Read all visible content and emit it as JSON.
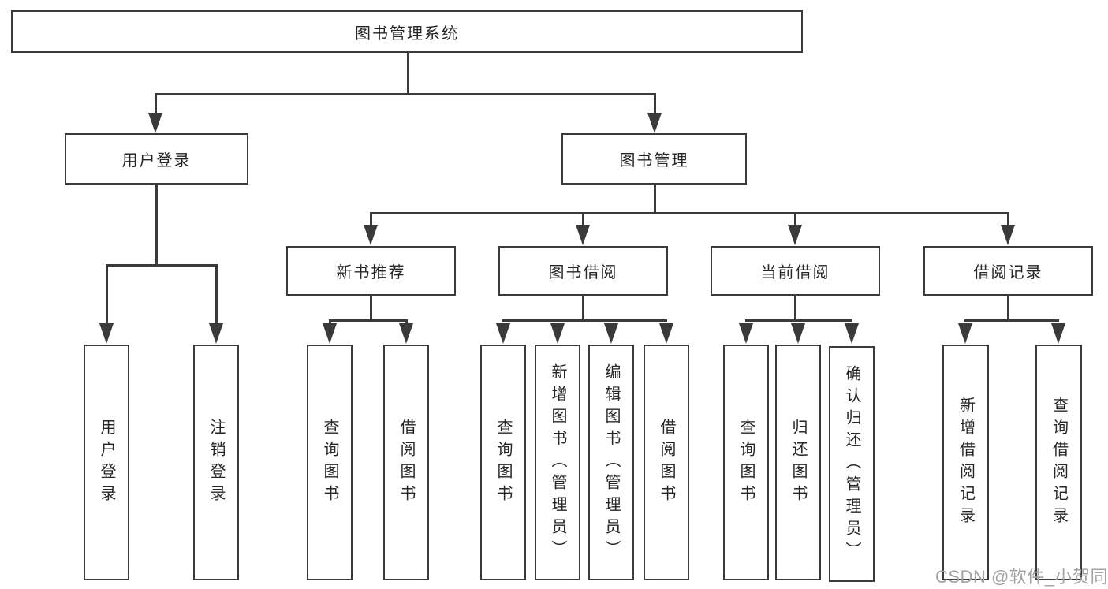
{
  "title": "图书管理系统",
  "nodes": {
    "user_login": "用户登录",
    "book_management": "图书管理",
    "new_book_recommendation": "新书推荐",
    "book_borrowing": "图书借阅",
    "current_borrowing": "当前借阅",
    "borrowing_records": "借阅记录"
  },
  "leaves": {
    "user_login": "用户登录",
    "logout_login": "注销登录",
    "nbr_query_books": "查询图书",
    "nbr_borrow_books": "借阅图书",
    "bb_query_books": "查询图书",
    "bb_add_books_admin": "新增图书（管理员）",
    "bb_edit_books_admin": "编辑图书（管理员）",
    "bb_borrow_books": "借阅图书",
    "cb_query_books": "查询图书",
    "cb_return_books": "归还图书",
    "cb_confirm_return_admin": "确认归还（管理员）",
    "br_add_borrow_record": "新增借阅记录",
    "br_query_borrow_record": "查询借阅记录"
  },
  "watermark": "CSDN @软件_小贺同学",
  "colors": {
    "line": "#3a3a3a",
    "text": "#262626",
    "background": "#ffffff",
    "watermark": "#a3a3a3"
  }
}
